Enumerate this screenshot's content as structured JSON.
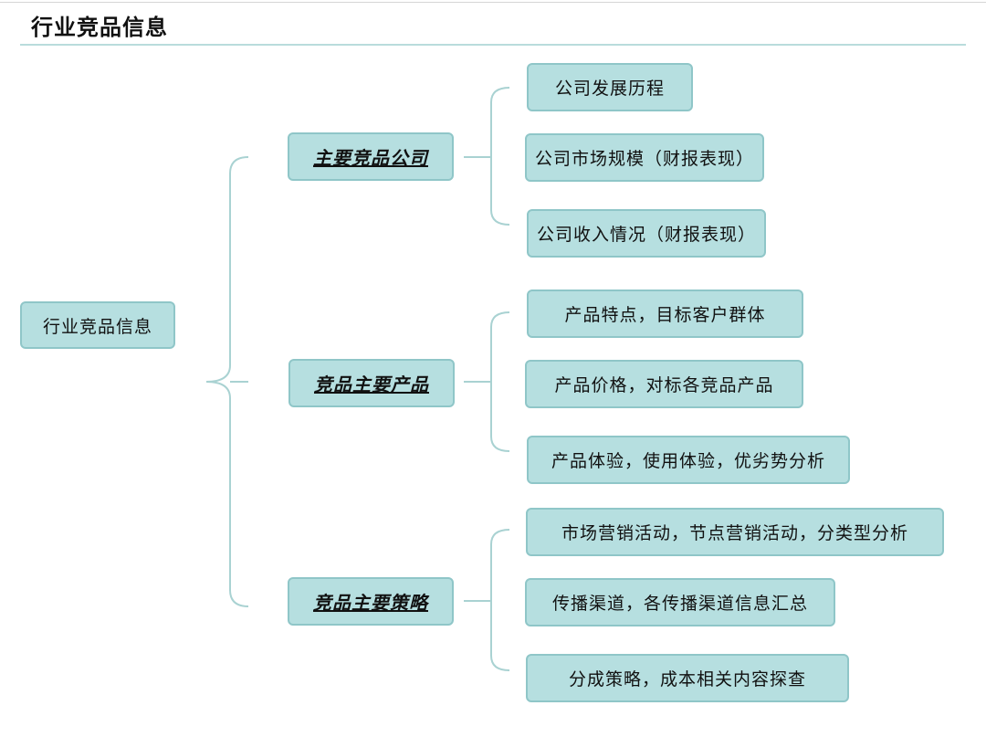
{
  "title": "行业竞品信息",
  "root": {
    "label": "行业竞品信息"
  },
  "branches": [
    {
      "label": "主要竞品公司",
      "children": [
        "公司发展历程",
        "公司市场规模（财报表现）",
        "公司收入情况（财报表现）"
      ]
    },
    {
      "label": "竞品主要产品",
      "children": [
        "产品特点，目标客户群体",
        "产品价格，对标各竞品产品",
        "产品体验，使用体验，优劣势分析"
      ]
    },
    {
      "label": "竞品主要策略",
      "children": [
        "市场营销活动，节点营销活动，分类型分析",
        "传播渠道，各传播渠道信息汇总",
        "分成策略，成本相关内容探查"
      ]
    }
  ],
  "colors": {
    "node_fill": "#b6dfe0",
    "node_border": "#8fc6c8",
    "connector": "#a9d2d2",
    "title_rule": "#b9dcdc"
  }
}
